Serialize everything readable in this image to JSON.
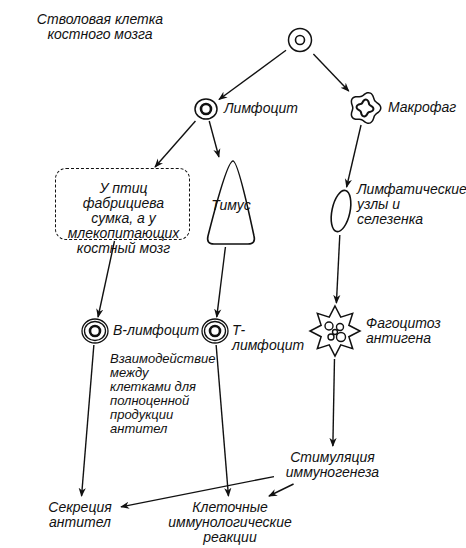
{
  "diagram": {
    "nodes": [
      {
        "text": [
          "Стволовая клетка костного мозга"
        ]
      },
      {
        "text": [
          "Лимфоцит"
        ]
      },
      {
        "text": [
          "Макрофаг"
        ]
      },
      {
        "text": [
          "У птиц фабрициева сумка, а у млекопитающих костный мозг"
        ]
      },
      {
        "text": [
          "Тимус"
        ]
      },
      {
        "text": [
          "Лимфатические узлы и селезенка"
        ]
      },
      {
        "text": [
          "В-лимфоцит"
        ]
      },
      {
        "text": [
          "Т-лимфоцит"
        ]
      },
      {
        "text": [
          "Фагоцитоз антигена"
        ]
      },
      {
        "text": [
          "Стимуляция иммуногенеза"
        ]
      },
      {
        "text": [
          "Секреция антител"
        ]
      },
      {
        "text": [
          "Клеточные иммунологические реакции"
        ]
      }
    ],
    "edges": [
      {
        "from": 0,
        "to": 1,
        "arrow": "to"
      },
      {
        "from": 0,
        "to": 2,
        "arrow": "to"
      },
      {
        "from": 1,
        "to": 3,
        "arrow": "to"
      },
      {
        "from": 1,
        "to": 4,
        "arrow": "to"
      },
      {
        "from": 2,
        "to": 5,
        "arrow": "to"
      },
      {
        "from": 3,
        "to": 6,
        "arrow": "to"
      },
      {
        "from": 4,
        "to": 7,
        "arrow": "to"
      },
      {
        "from": 5,
        "to": 8,
        "arrow": "to"
      },
      {
        "from": 6,
        "to": 10,
        "label": "Взаимодействие между клетками для полноценной продукции антител",
        "arrow": "to"
      },
      {
        "from": 7,
        "to": 11,
        "arrow": "to"
      },
      {
        "from": 8,
        "to": 9,
        "arrow": "to"
      },
      {
        "from": 9,
        "to": 10,
        "arrow": "to"
      },
      {
        "from": 9,
        "to": 11,
        "arrow": "to"
      }
    ]
  }
}
